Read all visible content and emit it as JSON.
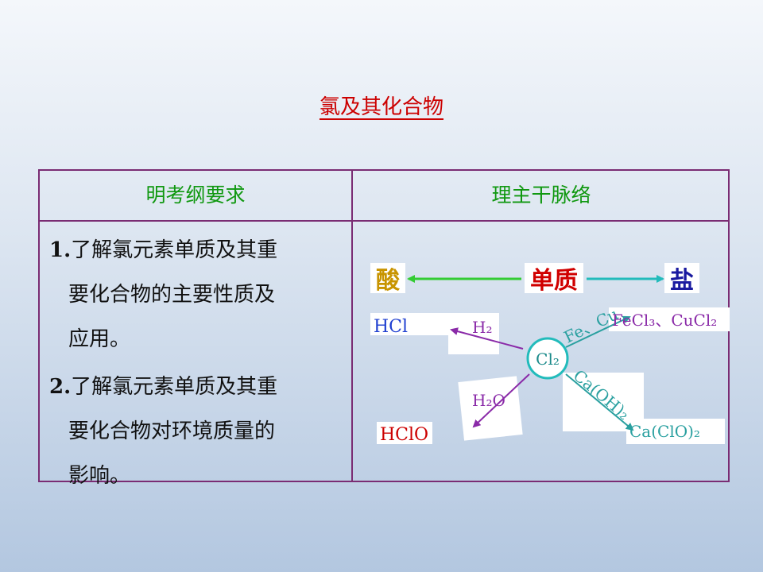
{
  "title": "氯及其化合物",
  "table": {
    "header_left": "明考纲要求",
    "header_right": "理主干脉络",
    "requirements": [
      {
        "num": "1.",
        "lines": [
          "了解氯元素单质及其重",
          "要化合物的主要性质及",
          "应用。"
        ]
      },
      {
        "num": "2.",
        "lines": [
          "了解氯元素单质及其重",
          "要化合物对环境质量的",
          "影响。"
        ]
      }
    ]
  },
  "diagram": {
    "acid": "酸",
    "element": "单质",
    "salt": "盐",
    "center": "Cl₂",
    "hcl": "HCl",
    "h2": "H₂",
    "fecu": "Fe、Cu",
    "chlorides": "FeCl₃、CuCl₂",
    "h2o": "H₂O",
    "hclo": "HClO",
    "caoh": "Ca(OH)₂",
    "caclo": "Ca(ClO)₂",
    "colors": {
      "acid": "#c89400",
      "element": "#d00000",
      "salt": "#1a1aa0",
      "hcl": "#1f3fd0",
      "green_arrow": "#33cc33",
      "cyan_arrow": "#22bbbb",
      "purple": "#8a2aa8",
      "teal": "#2aa0a0",
      "hclo": "#cc0000",
      "circle": "#22bbbb"
    }
  }
}
